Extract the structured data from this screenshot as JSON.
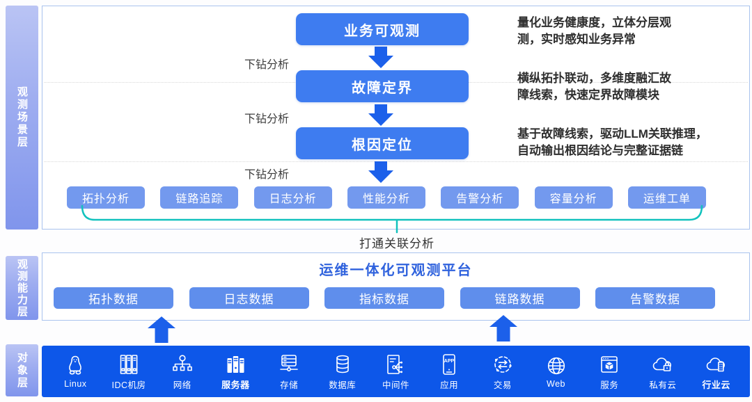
{
  "layers": {
    "scenario": {
      "label": "观测场景层"
    },
    "capability": {
      "label": "观测能力层"
    },
    "objects": {
      "label": "对象层"
    }
  },
  "scenario": {
    "flow": [
      {
        "label": "业务可观测",
        "desc": "量化业务健康度，立体分层观\n测，实时感知业务异常"
      },
      {
        "label": "故障定界",
        "desc": "横纵拓扑联动，多维度融汇故\n障线索，快速定界故障模块"
      },
      {
        "label": "根因定位",
        "desc": "基于故障线索，驱动LLM关联推理，\n自动输出根因结论与完整证据链"
      }
    ],
    "drill_label": "下钻分析",
    "analysis_buttons": [
      "拓扑分析",
      "链路追踪",
      "日志分析",
      "性能分析",
      "告警分析",
      "容量分析",
      "运维工单"
    ],
    "bracket_label": "打通关联分析"
  },
  "platform": {
    "title": "运维一体化可观测平台",
    "data_buttons": [
      "拓扑数据",
      "日志数据",
      "指标数据",
      "链路数据",
      "告警数据"
    ]
  },
  "objects": {
    "items": [
      {
        "label": "Linux",
        "icon": "linux-icon"
      },
      {
        "label": "IDC机房",
        "icon": "idc-room-icon"
      },
      {
        "label": "网络",
        "icon": "network-icon"
      },
      {
        "label": "服务器",
        "icon": "server-icon"
      },
      {
        "label": "存储",
        "icon": "storage-icon"
      },
      {
        "label": "数据库",
        "icon": "database-icon"
      },
      {
        "label": "中间件",
        "icon": "middleware-icon"
      },
      {
        "label": "应用",
        "icon": "app-icon"
      },
      {
        "label": "交易",
        "icon": "transaction-icon"
      },
      {
        "label": "Web",
        "icon": "web-icon"
      },
      {
        "label": "服务",
        "icon": "service-icon"
      },
      {
        "label": "私有云",
        "icon": "private-cloud-icon"
      },
      {
        "label": "行业云",
        "icon": "industry-cloud-icon"
      }
    ]
  },
  "colors": {
    "flow_box": "#3e7cf0",
    "flow_arrow": "#1c60ea",
    "analysis_button": "#7399ee",
    "data_button": "#5f8eec",
    "platform_title": "#2f62dd",
    "bracket_teal": "#12c2bd",
    "object_bar": "#0d57e9",
    "layer_bar_gradient_top": "#bac4f4",
    "layer_bar_gradient_bottom": "#8095ec"
  }
}
